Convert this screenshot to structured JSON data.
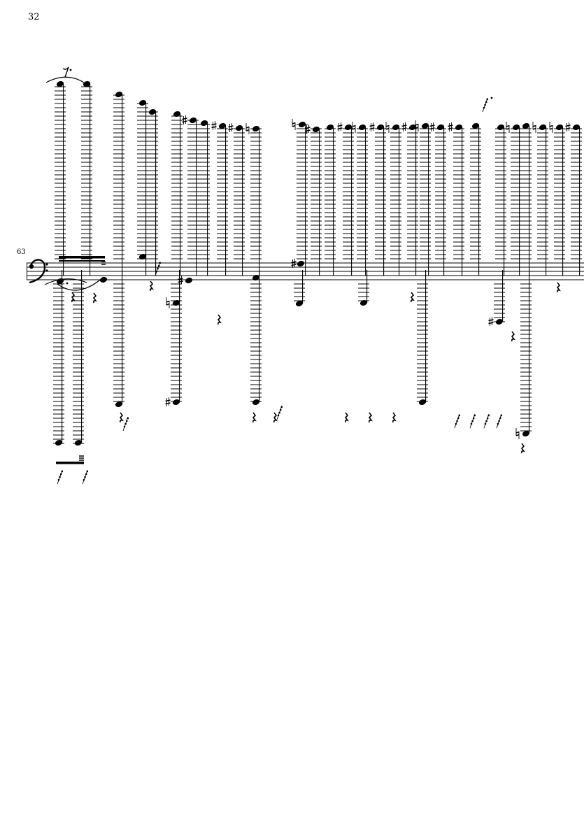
{
  "page": {
    "number": "32"
  },
  "system": {
    "measure_number": "63",
    "clef": "bass",
    "clef_icon": "bass-clef-icon",
    "staff_lines": 5
  },
  "notation": {
    "colors": {
      "ink": "#000000",
      "paper": "#ffffff"
    },
    "accidentals": [
      "natural",
      "sharp",
      "sharp",
      "sharp",
      "sharp",
      "natural",
      "sharp",
      "natural",
      "sharp",
      "natural",
      "sharp",
      "natural",
      "sharp",
      "natural",
      "sharp",
      "sharp",
      "natural",
      "sharp",
      "natural",
      "natural",
      "sharp",
      "natural",
      "sharp",
      "sharp",
      "sharp"
    ],
    "glyph_names": [
      "note-head",
      "ledger-line",
      "stem",
      "beam",
      "tie",
      "quarter-rest",
      "grace-rest-group",
      "sharp",
      "natural",
      "augmentation-dot"
    ]
  }
}
